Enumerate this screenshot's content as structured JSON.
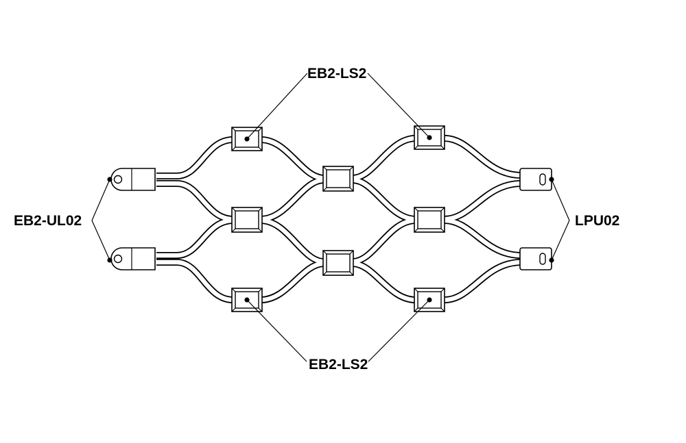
{
  "labels": {
    "top_clip": "EB2-LS2",
    "bottom_clip": "EB2-LS2",
    "left_ferrule": "EB2-UL02",
    "right_ferrule": "LPU02"
  },
  "colors": {
    "stroke": "#000000",
    "cable_outer": "#000000",
    "cable_inner": "#ffffff",
    "clip_fill": "#ffffff"
  }
}
